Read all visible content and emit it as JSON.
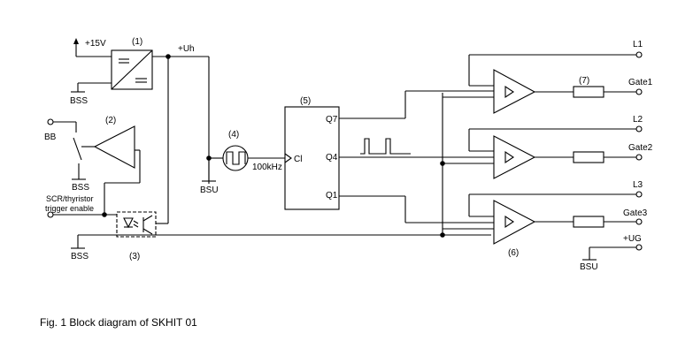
{
  "labels": {
    "plus15v": "+15V",
    "block1": "(1)",
    "plus_uh": "+Uh",
    "bss_top": "BSS",
    "block2": "(2)",
    "bb": "BB",
    "bss_mid": "BSS",
    "scr_line1": "SCR/thyristor",
    "scr_line2": "trigger enable",
    "bss_bottom": "BSS",
    "block3": "(3)",
    "block4": "(4)",
    "freq": "100kHz",
    "bsu_osc": "BSU",
    "block5": "(5)",
    "q7": "Q7",
    "q4": "Q4",
    "q1": "Q1",
    "cl": "Cl",
    "l1": "L1",
    "l2": "L2",
    "l3": "L3",
    "gate1": "Gate1",
    "gate2": "Gate2",
    "gate3": "Gate3",
    "block7": "(7)",
    "block6": "(6)",
    "plus_ug": "+UG",
    "bsu_right": "BSU"
  },
  "caption": "Fig. 1 Block diagram of SKHIT 01"
}
